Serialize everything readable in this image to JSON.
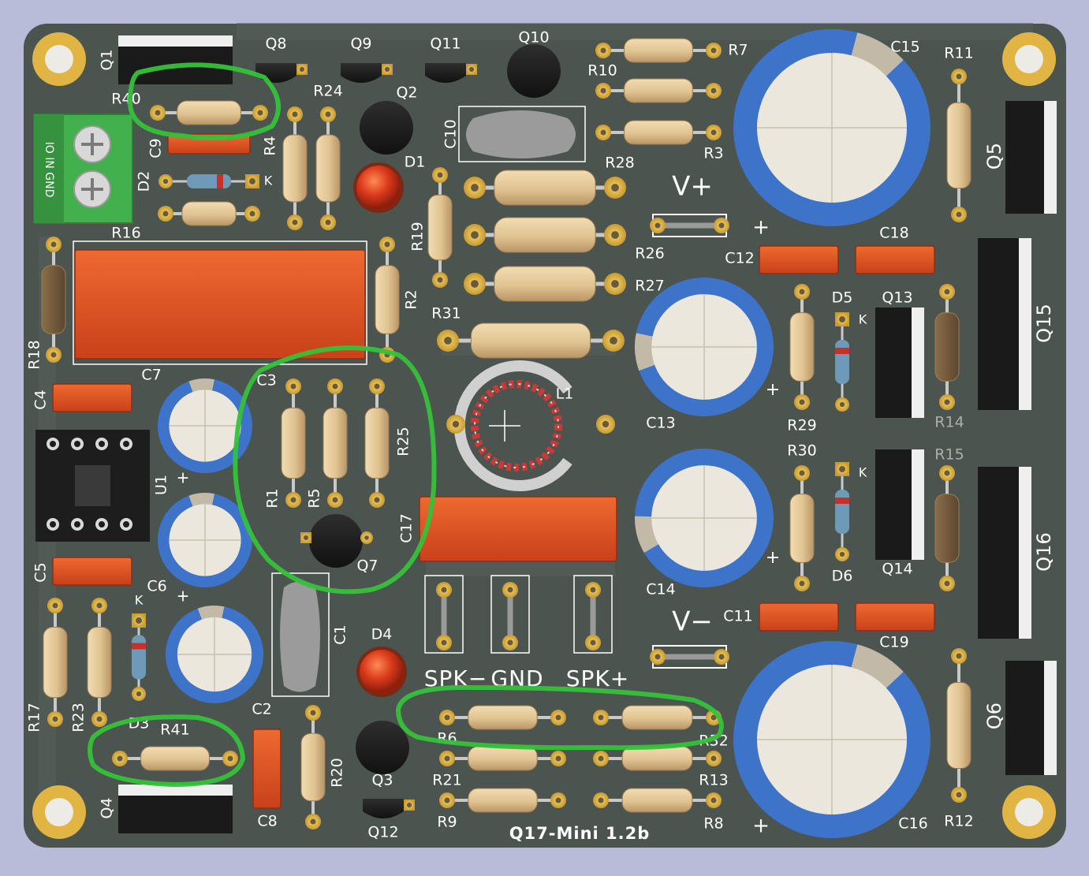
{
  "board": {
    "title": "Q17-Mini 1.2b",
    "colors": {
      "background": "#b9bcd8",
      "board": "#4b544f",
      "silkscreen": "#ffffff",
      "pad": "#d8b048",
      "resistor": "#e2c596",
      "capacitor_film": "#d9501f",
      "electrolytic_blue": "#3d73c8",
      "electrolytic_top": "#ece7dc",
      "led": "#d63a1a",
      "highlight": "#3cc23c",
      "terminal_block": "#43b04e"
    }
  },
  "silkscreen_labels": {
    "Q1": "Q1",
    "Q2": "Q2",
    "Q3": "Q3",
    "Q4": "Q4",
    "Q5": "Q5",
    "Q6": "Q6",
    "Q7": "Q7",
    "Q8": "Q8",
    "Q9": "Q9",
    "Q10": "Q10",
    "Q11": "Q11",
    "Q12": "Q12",
    "Q13": "Q13",
    "Q14": "Q14",
    "Q15": "Q15",
    "Q16": "Q16",
    "R1": "R1",
    "R2": "R2",
    "R3": "R3",
    "R4": "R4",
    "R5": "R5",
    "R6": "R6",
    "R7": "R7",
    "R8": "R8",
    "R9": "R9",
    "R10": "R10",
    "R11": "R11",
    "R12": "R12",
    "R13": "R13",
    "R14": "R14",
    "R15": "R15",
    "R16": "R16",
    "R17": "R17",
    "R18": "R18",
    "R19": "R19",
    "R20": "R20",
    "R21": "R21",
    "R23": "R23",
    "R24": "R24",
    "R25": "R25",
    "R26": "R26",
    "R27": "R27",
    "R28": "R28",
    "R29": "R29",
    "R30": "R30",
    "R31": "R31",
    "R32": "R32",
    "R40": "R40",
    "R41": "R41",
    "C1": "C1",
    "C2": "C2",
    "C3": "C3",
    "C4": "C4",
    "C5": "C5",
    "C6": "C6",
    "C7": "C7",
    "C8": "C8",
    "C9": "C9",
    "C10": "C10",
    "C11": "C11",
    "C12": "C12",
    "C13": "C13",
    "C14": "C14",
    "C15": "C15",
    "C16": "C16",
    "C17": "C17",
    "C18": "C18",
    "C19": "C19",
    "D1": "D1",
    "D2": "D2",
    "D3": "D3",
    "D4": "D4",
    "D5": "D5",
    "D6": "D6",
    "L1": "L1",
    "U1": "U1",
    "K": "K",
    "V+": "V+",
    "V-": "V−",
    "SPK-": "SPK−",
    "GND": "GND",
    "SPK+": "SPK+",
    "input_terminal": "IO IN GND",
    "plus": "+"
  }
}
